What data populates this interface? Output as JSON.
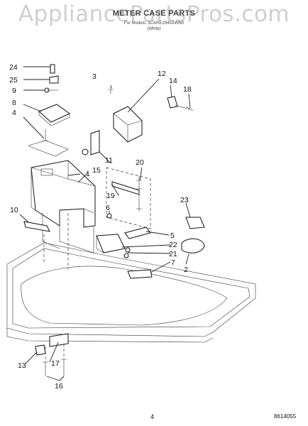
{
  "watermark": "AppliancePartsPros.com",
  "header": {
    "title": "METER CASE PARTS",
    "model_line": "For Models: 3CARE2945XWN0",
    "color_line": "(White)"
  },
  "callouts": [
    "24",
    "25",
    "9",
    "8",
    "4",
    "3",
    "12",
    "14",
    "18",
    "1",
    "15",
    "11",
    "20",
    "19",
    "10",
    "6",
    "23",
    "5",
    "22",
    "21",
    "7",
    "2",
    "13",
    "17",
    "16"
  ],
  "footer": {
    "page_number": "4",
    "doc_number": "8614055"
  }
}
